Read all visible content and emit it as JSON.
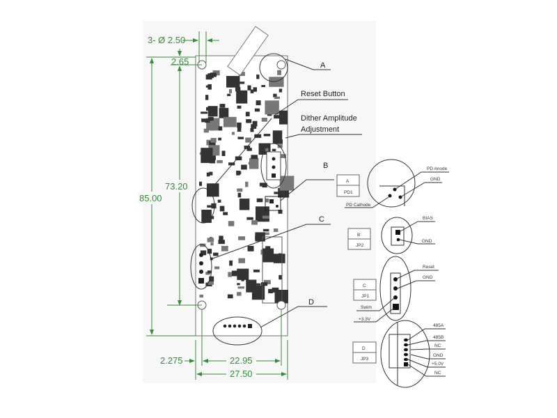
{
  "dimensions": {
    "holes": "3- Ø 2.50",
    "top_offset": "2.65",
    "total_height": "85.00",
    "hole_spacing_vertical": "73.20",
    "left_offset": "2.275",
    "hole_spacing_horizontal": "22.95",
    "total_width": "27.50"
  },
  "callouts": {
    "a": "A",
    "reset_button": "Reset Button",
    "dither_line1": "Dither Amplitude",
    "dither_line2": "Adjustment",
    "b": "B",
    "c": "C",
    "d": "D"
  },
  "details": {
    "a": {
      "letter": "A",
      "name": "PD1",
      "pins": [
        "PD Anode",
        "GND",
        "PD Cathode"
      ]
    },
    "b": {
      "letter": "B",
      "name": "JP2",
      "pins": [
        "BIAS",
        "GND"
      ]
    },
    "c": {
      "letter": "C",
      "name": "JP1",
      "pins": [
        "Reset",
        "GND",
        "Swim",
        "+3.3V"
      ]
    },
    "d": {
      "letter": "D",
      "name": "JP3",
      "pins": [
        "485A",
        "485B",
        "NC",
        "GND",
        "+5.0V",
        "NC"
      ]
    }
  },
  "colors": {
    "dimension": "#3a8a3a",
    "components": "#333333"
  }
}
